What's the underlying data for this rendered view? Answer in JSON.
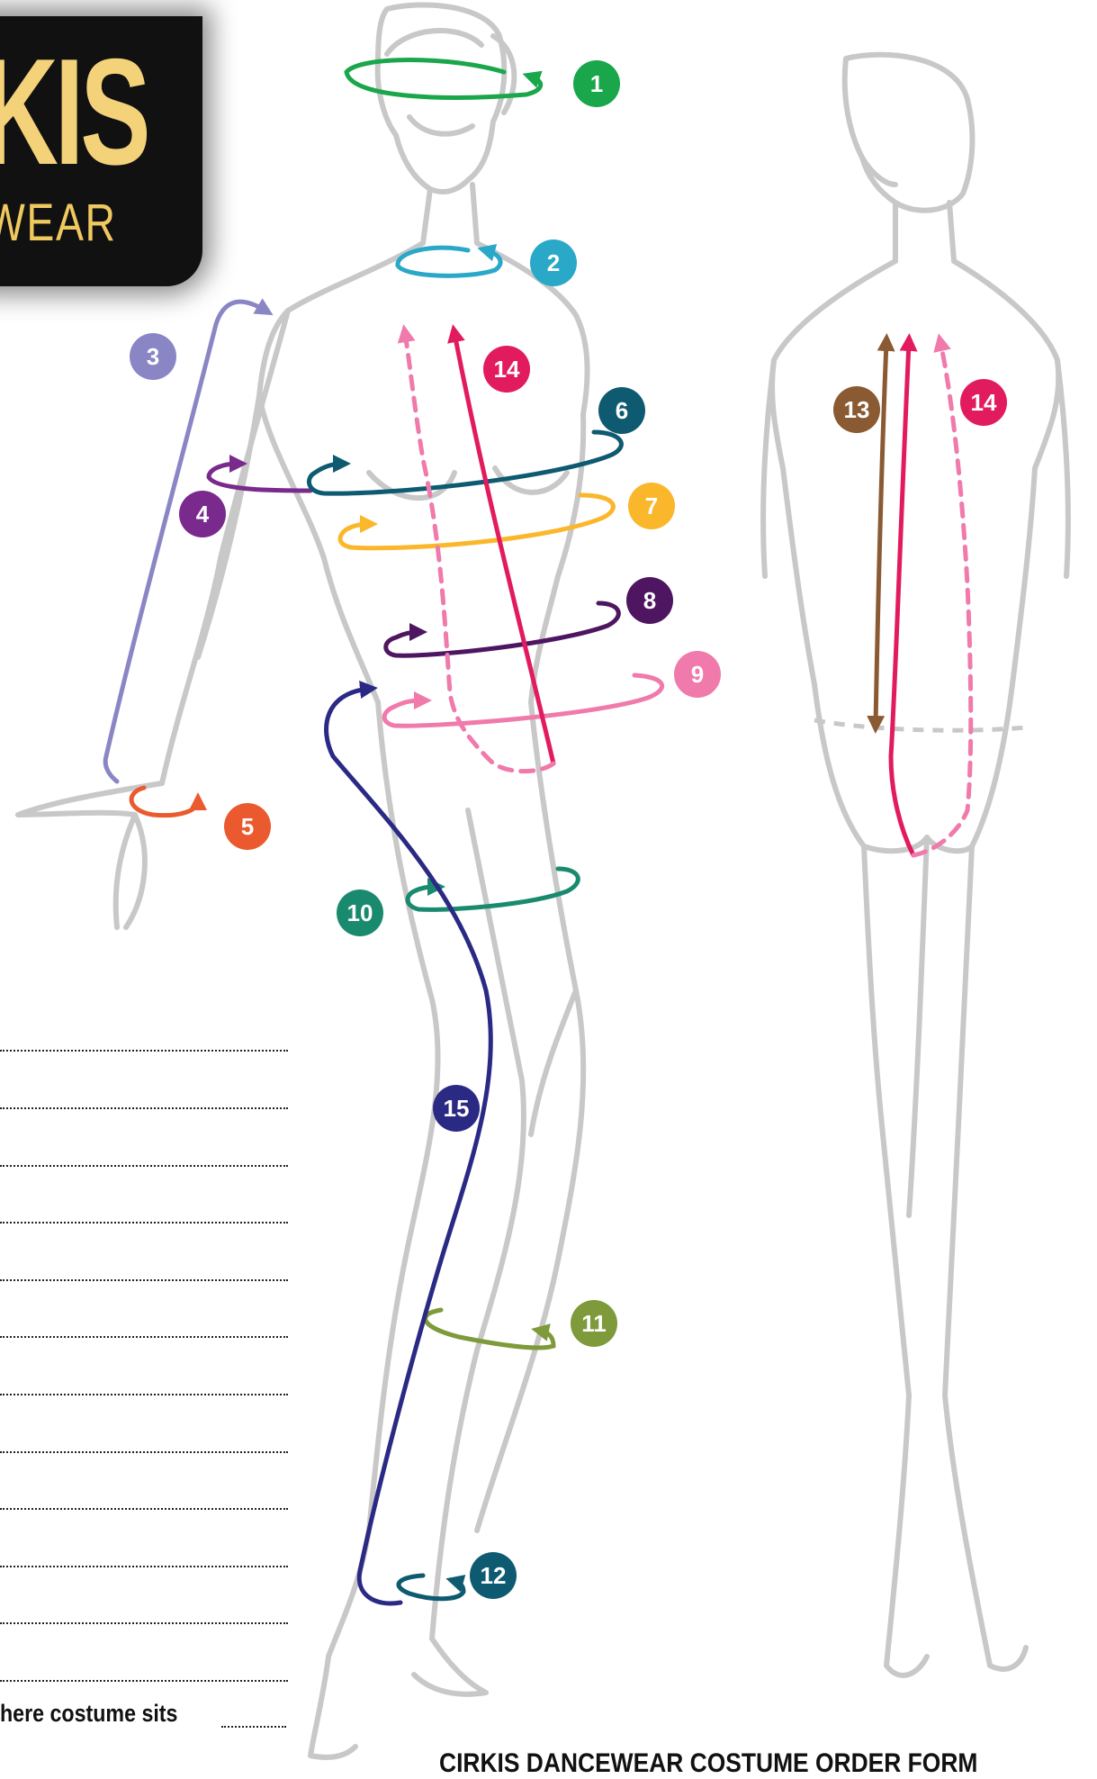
{
  "logo": {
    "main": "KIS",
    "sub": "WEAR"
  },
  "form": {
    "field_count": 12,
    "position_label": "here costume sits",
    "title": "CIRKIS DANCEWEAR COSTUME ORDER FORM"
  },
  "measurements": [
    {
      "number": "1",
      "color": "#1aa64b"
    },
    {
      "number": "2",
      "color": "#2aa8c8"
    },
    {
      "number": "3",
      "color": "#8a86c5"
    },
    {
      "number": "4",
      "color": "#7a2a8c"
    },
    {
      "number": "5",
      "color": "#ea5a2e"
    },
    {
      "number": "6",
      "color": "#0e5a70"
    },
    {
      "number": "7",
      "color": "#fbb72b"
    },
    {
      "number": "8",
      "color": "#4e1561"
    },
    {
      "number": "9",
      "color": "#f07aab"
    },
    {
      "number": "10",
      "color": "#1a8a6e"
    },
    {
      "number": "11",
      "color": "#7e9a3a"
    },
    {
      "number": "12",
      "color": "#0e5a70"
    },
    {
      "number": "13",
      "color": "#8a5a32"
    },
    {
      "number": "14",
      "color": "#e21a5e"
    },
    {
      "number": "15",
      "color": "#2a2a85"
    }
  ]
}
